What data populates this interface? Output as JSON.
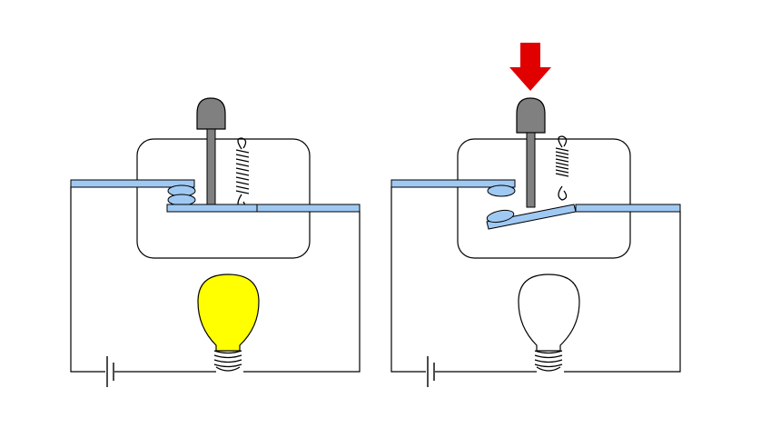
{
  "colors": {
    "background": "#ffffff",
    "outline": "#000000",
    "contact_strip": "#9fc9f2",
    "plunger": "#808080",
    "bulb_on": "#ffff00",
    "bulb_off": "#ffffff",
    "press_arrow": "#e00000"
  },
  "panels": [
    {
      "id": "left",
      "switch_state": "closed",
      "bulb_lit": true,
      "pressed": false
    },
    {
      "id": "right",
      "switch_state": "open",
      "bulb_lit": false,
      "pressed": true
    }
  ]
}
